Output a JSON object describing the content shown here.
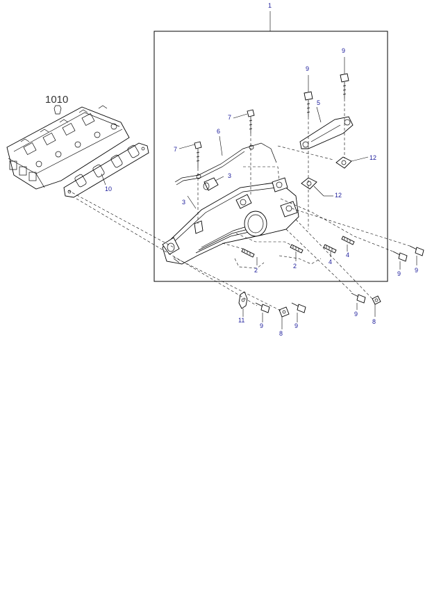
{
  "figure": {
    "assembly_ref": "1010",
    "callouts": {
      "c1": "1",
      "c2a": "2",
      "c2b": "2",
      "c3a": "3",
      "c3b": "3",
      "c4a": "4",
      "c4b": "4",
      "c5": "5",
      "c6": "6",
      "c7a": "7",
      "c7b": "7",
      "c8a": "8",
      "c8b": "8",
      "c9a": "9",
      "c9b": "9",
      "c9c": "9",
      "c9d": "9",
      "c9e": "9",
      "c9f": "9",
      "c9g": "9",
      "c10": "10",
      "c11": "11",
      "c12a": "12",
      "c12b": "12"
    }
  }
}
